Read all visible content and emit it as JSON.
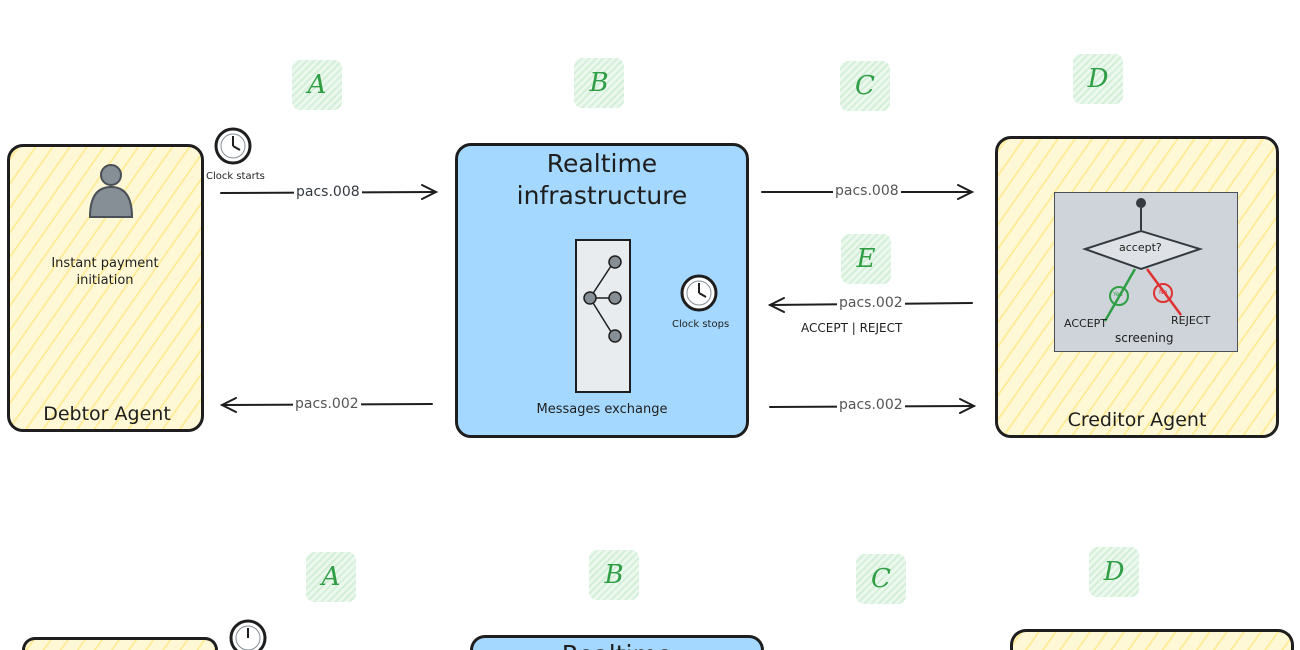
{
  "top": {
    "badges": [
      "A",
      "B",
      "C",
      "D",
      "E"
    ],
    "debtor": {
      "title": "Debtor Agent",
      "description": "Instant payment\ninitiation"
    },
    "infrastructure": {
      "title": "Realtime\ninfrastructure",
      "caption": "Messages exchange",
      "clock_label": "Clock stops"
    },
    "creditor": {
      "title": "Creditor Agent",
      "screening": {
        "question": "accept?",
        "yes": "Yes",
        "no": "No",
        "accept": "ACCEPT",
        "reject": "REJECT",
        "caption": "screening"
      }
    },
    "clock_start_label": "Clock starts",
    "messages": {
      "debtor_to_rti": "pacs.008",
      "rti_to_creditor": "pacs.008",
      "creditor_to_rti": "pacs.002",
      "creditor_decision": "ACCEPT | REJECT",
      "rti_to_debtor": "pacs.002",
      "rti_to_creditor_confirm": "pacs.002"
    }
  },
  "bottom": {
    "badges": [
      "A",
      "B",
      "C",
      "D"
    ],
    "infrastructure_title_partial": "Realtime"
  },
  "colors": {
    "badge_text": "#2f9e44",
    "infra_fill": "#a5d8ff",
    "agent_hatch": "#ffec99",
    "accept": "#2f9e44",
    "reject": "#e03131"
  }
}
